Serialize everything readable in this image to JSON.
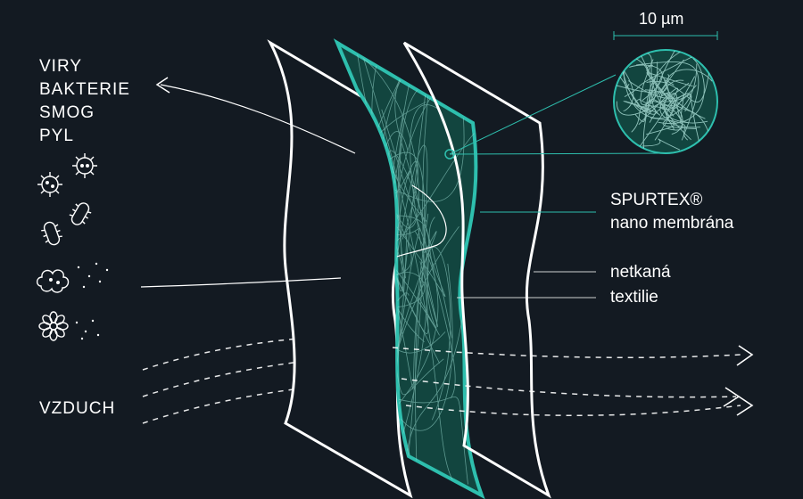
{
  "threats": [
    "VIRY",
    "BAKTERIE",
    "SMOG",
    "PYL"
  ],
  "air_label": "VZDUCH",
  "scale_label": "10 µm",
  "membrane": {
    "brand": "SPURTEX®",
    "sub": "nano membrána"
  },
  "nonwoven": {
    "line1": "netkaná",
    "line2": "textilie"
  },
  "colors": {
    "background": "#131a22",
    "teal": "#2ebfae",
    "line": "#ffffff"
  },
  "icons": [
    "virus-icon",
    "virus-icon",
    "bacteria-icon",
    "bacteria-icon",
    "smog-cloud-icon",
    "pollen-flower-icon"
  ]
}
